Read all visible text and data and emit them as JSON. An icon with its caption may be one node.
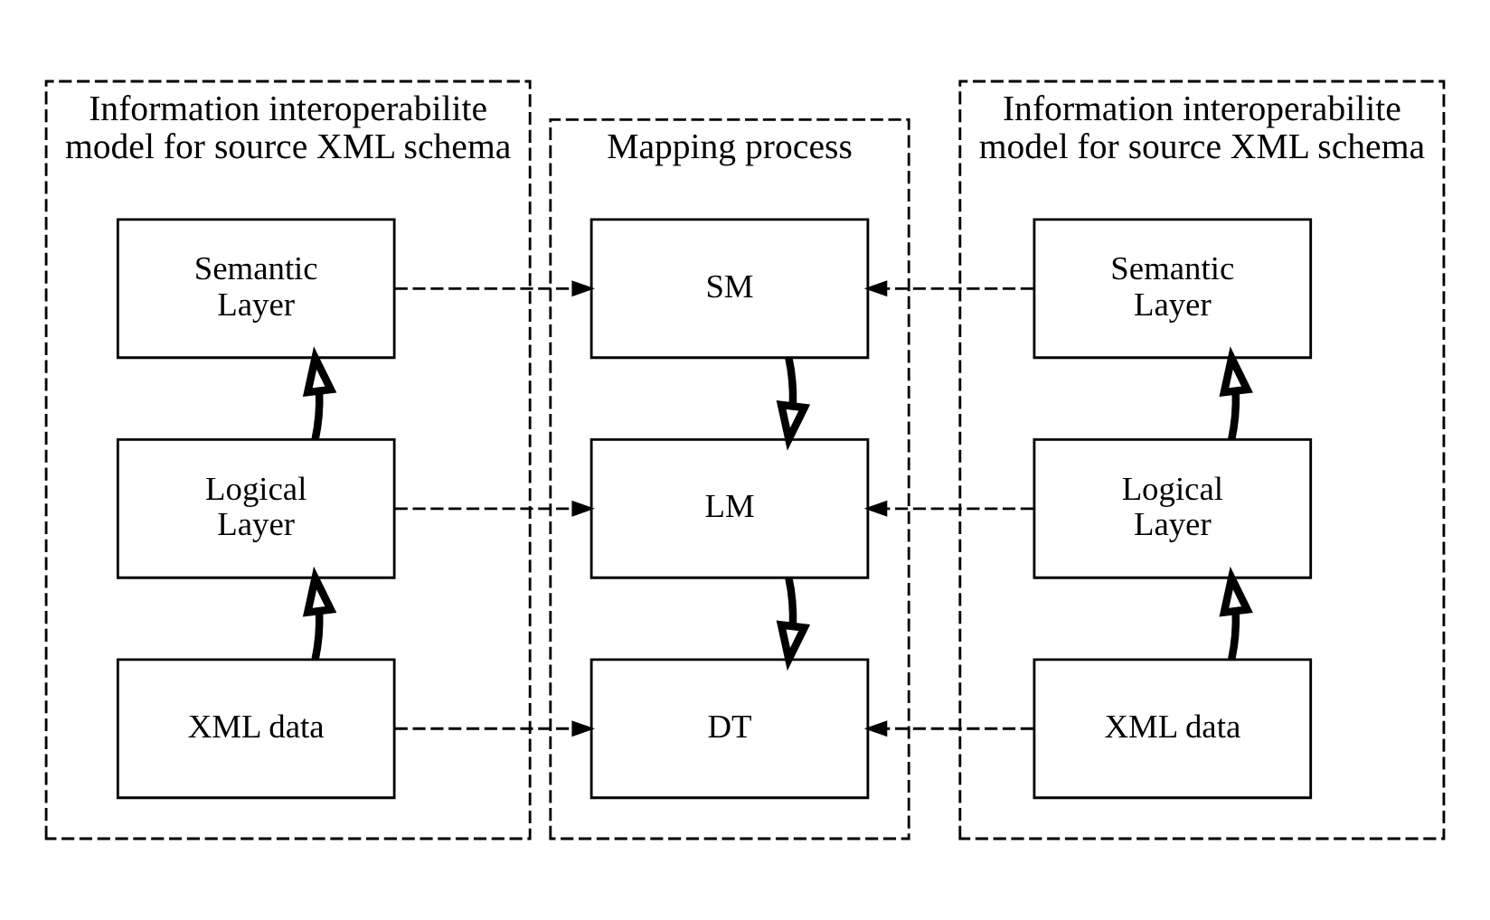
{
  "diagram": {
    "nodes": [
      {
        "text": [
          "Information interoperabilite model for source XML schema"
        ]
      },
      {
        "text": [
          "Semantic Layer"
        ],
        "in": 0
      },
      {
        "text": [
          "Logical Layer"
        ],
        "in": 0
      },
      {
        "text": [
          "XML data"
        ],
        "in": 0
      },
      {
        "text": [
          "Mapping process"
        ]
      },
      {
        "text": [
          "SM"
        ],
        "in": 4
      },
      {
        "text": [
          "LM"
        ],
        "in": 4
      },
      {
        "text": [
          "DT"
        ],
        "in": 4
      },
      {
        "text": [
          "Information interoperabilite model for source XML schema"
        ]
      },
      {
        "text": [
          "Semantic Layer"
        ],
        "in": 8
      },
      {
        "text": [
          "Logical Layer"
        ],
        "in": 8
      },
      {
        "text": [
          "XML data"
        ],
        "in": 8
      }
    ],
    "edges": [
      {
        "from": 3,
        "to": 2,
        "arrow": "to",
        "style": "thick"
      },
      {
        "from": 2,
        "to": 1,
        "arrow": "to",
        "style": "thick"
      },
      {
        "from": 5,
        "to": 6,
        "arrow": "to",
        "style": "thick"
      },
      {
        "from": 6,
        "to": 7,
        "arrow": "to",
        "style": "thick"
      },
      {
        "from": 11,
        "to": 10,
        "arrow": "to",
        "style": "thick"
      },
      {
        "from": 10,
        "to": 9,
        "arrow": "to",
        "style": "thick"
      },
      {
        "from": 1,
        "to": 5,
        "arrow": "to",
        "style": "dashed"
      },
      {
        "from": 2,
        "to": 6,
        "arrow": "to",
        "style": "dashed"
      },
      {
        "from": 3,
        "to": 7,
        "arrow": "to",
        "style": "dashed"
      },
      {
        "from": 9,
        "to": 5,
        "arrow": "to",
        "style": "dashed"
      },
      {
        "from": 10,
        "to": 6,
        "arrow": "to",
        "style": "dashed"
      },
      {
        "from": 11,
        "to": 7,
        "arrow": "to",
        "style": "dashed"
      }
    ]
  }
}
